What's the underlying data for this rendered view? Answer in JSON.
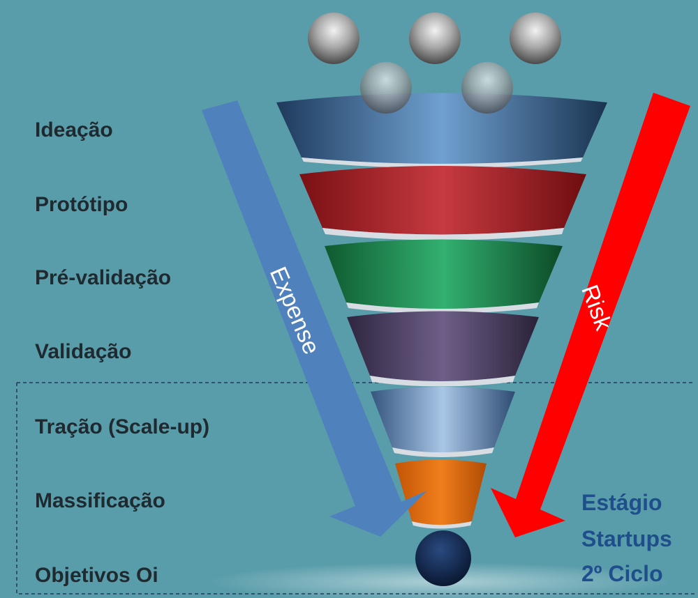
{
  "stages": [
    {
      "label": "Ideação"
    },
    {
      "label": "Protótipo"
    },
    {
      "label": "Pré-validação"
    },
    {
      "label": "Validação"
    },
    {
      "label": "Tração (Scale-up)"
    },
    {
      "label": "Massificação"
    },
    {
      "label": "Objetivos Oi"
    }
  ],
  "arrows": {
    "expense": {
      "label": "Expense",
      "color": "#4f81bd"
    },
    "risk": {
      "label": "Risk",
      "color": "#ff0000"
    }
  },
  "note": {
    "lines": [
      "Estágio",
      "Startups",
      "2º Ciclo"
    ],
    "color": "#1f4e8c"
  },
  "funnel_colors": [
    "#2e5a86",
    "#a8242a",
    "#1e8a4f",
    "#5a4a72",
    "#6f92b8",
    "#e0680a",
    "#0f1f40"
  ]
}
